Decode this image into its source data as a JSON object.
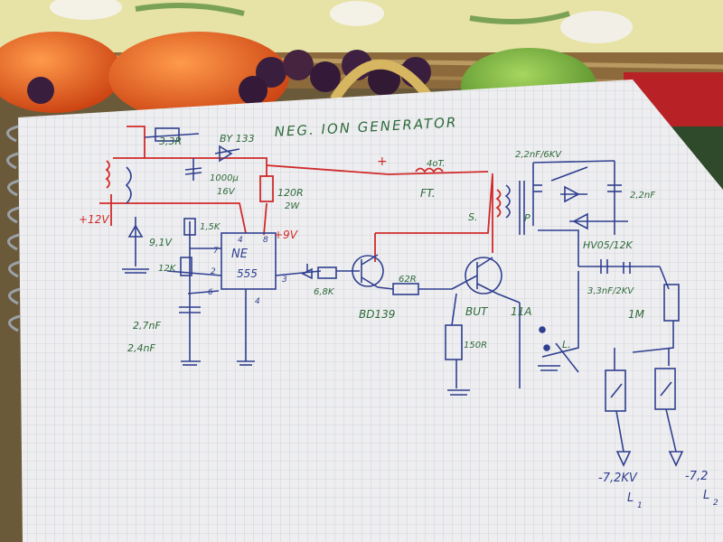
{
  "title": "NEG. ION GENERATOR",
  "supply": {
    "v12": "+12V",
    "v9": "+9V",
    "plus": "+"
  },
  "components": {
    "r33": "3,3R",
    "by133": "BY 133",
    "c1000": "1000µ",
    "c1000v": "16V",
    "r120": "120R",
    "r120w": "2W",
    "turns": "4oT.",
    "ft": "FT.",
    "zener": "9,1V",
    "r15k": "1,5K",
    "r12k": "12K",
    "ne": "NE",
    "n555": "555",
    "c27": "2,7nF",
    "c24": "2,4nF",
    "r68k": "6,8K",
    "bd139": "BD139",
    "r62": "62R",
    "but": "BUT",
    "but11a": "11A",
    "r150": "150R",
    "c22a": "2,2nF/6KV",
    "c22b": "2,2nF",
    "hv": "HV05/12K",
    "c33": "3,3nF/2KV",
    "r1m": "1M",
    "s": "S.",
    "p": "P",
    "l": "L.",
    "out1": "-7,2KV",
    "out2": "-7,2",
    "l1": "L",
    "l1sub": "1",
    "l2": "L",
    "l2sub": "2",
    "pin4a": "4",
    "pin8": "8",
    "pin7": "7",
    "pin2": "2",
    "pin6": "6",
    "pin3": "3",
    "pin4b": "4"
  },
  "colors": {
    "paper": "#eeeef0",
    "grid": "#b7bec9",
    "ink_red": "#d02a2a",
    "ink_blue": "#2f3f8f",
    "ink_green": "#2e6a3a",
    "tablecloth": "#e9e4a8",
    "orange": "#e2561c",
    "apple": "#6eab3a",
    "grapes": "#3a1e3e"
  }
}
